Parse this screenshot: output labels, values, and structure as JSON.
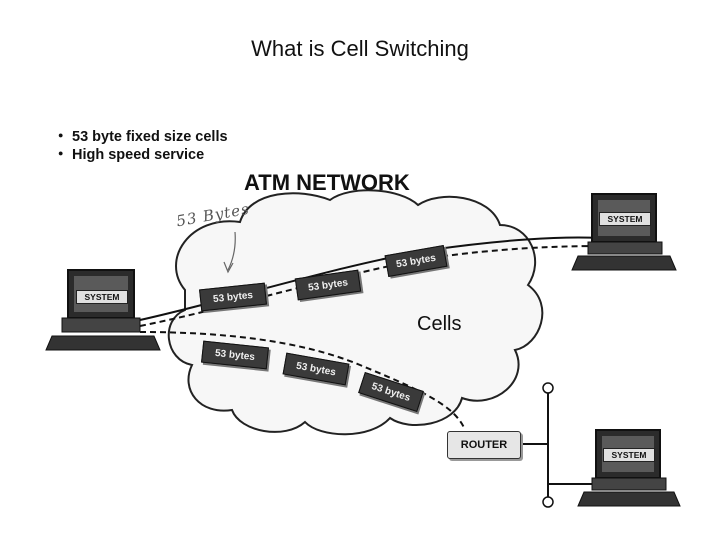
{
  "title": "What is Cell Switching",
  "bullets": [
    "53 byte fixed size  cells",
    "High speed service"
  ],
  "network_label": "ATM NETWORK",
  "cloud_label": "Cells",
  "handwritten_note": "53 Bytes",
  "cells_upper": [
    "53 bytes",
    "53 bytes",
    "53 bytes"
  ],
  "cells_lower": [
    "53 bytes",
    "53 bytes",
    "53 bytes"
  ],
  "systems": {
    "left": "SYSTEM",
    "top_right": "SYSTEM",
    "bottom_right": "SYSTEM"
  },
  "router_label": "ROUTER"
}
